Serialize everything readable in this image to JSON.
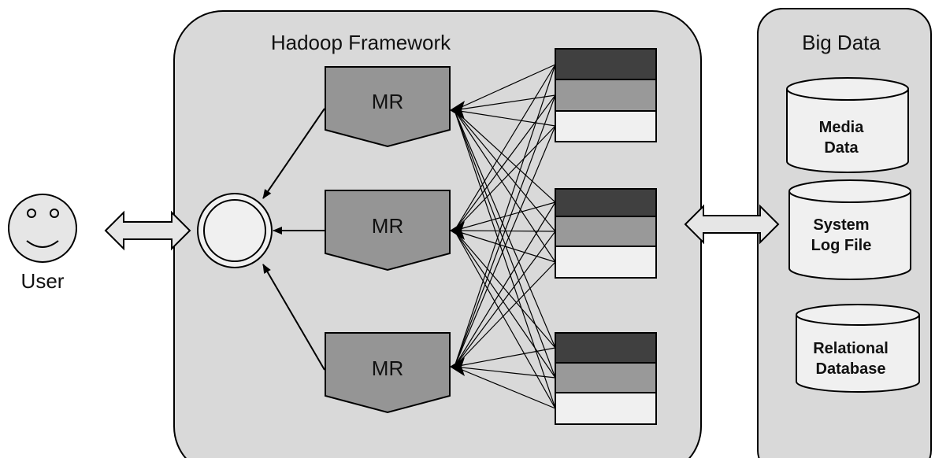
{
  "user": {
    "label": "User"
  },
  "framework": {
    "title": "Hadoop Framework",
    "mr_label": "MR"
  },
  "big_data": {
    "title": "Big Data",
    "stores": [
      {
        "line1": "Media",
        "line2": "Data"
      },
      {
        "line1": "System",
        "line2": "Log File"
      },
      {
        "line1": "Relational",
        "line2": "Database"
      }
    ]
  },
  "colors": {
    "panel_fill": "#d9d9d9",
    "mr_fill": "#959595",
    "block_dark": "#404040",
    "block_mid": "#999999",
    "block_light": "#f0f0f0",
    "arrow_fill": "#e6e6e6"
  }
}
